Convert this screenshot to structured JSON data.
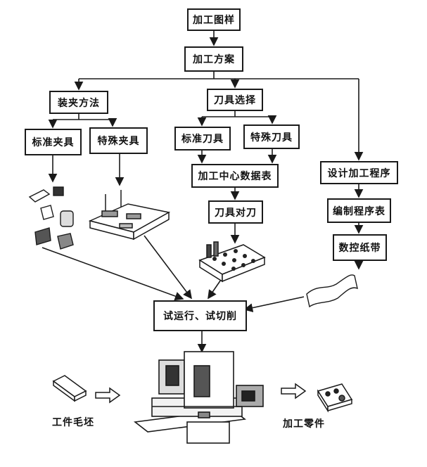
{
  "boxes": {
    "drawing": "加工图样",
    "plan": "加工方案",
    "clamping_method": "装夹方法",
    "tool_selection": "刀具选择",
    "standard_fixture": "标准夹具",
    "special_fixture": "特殊夹具",
    "standard_tool": "标准刀具",
    "special_tool": "特殊刀具",
    "tool_data_table": "加工中心数据表",
    "tool_setting": "刀具对刀",
    "design_program": "设计加工程序",
    "program_sheet": "编制程序表",
    "nc_tape": "数控纸带",
    "trial_run": "试运行、试切削"
  },
  "labels": {
    "workpiece_blank": "工件毛坯",
    "finished_part": "加工零件"
  }
}
